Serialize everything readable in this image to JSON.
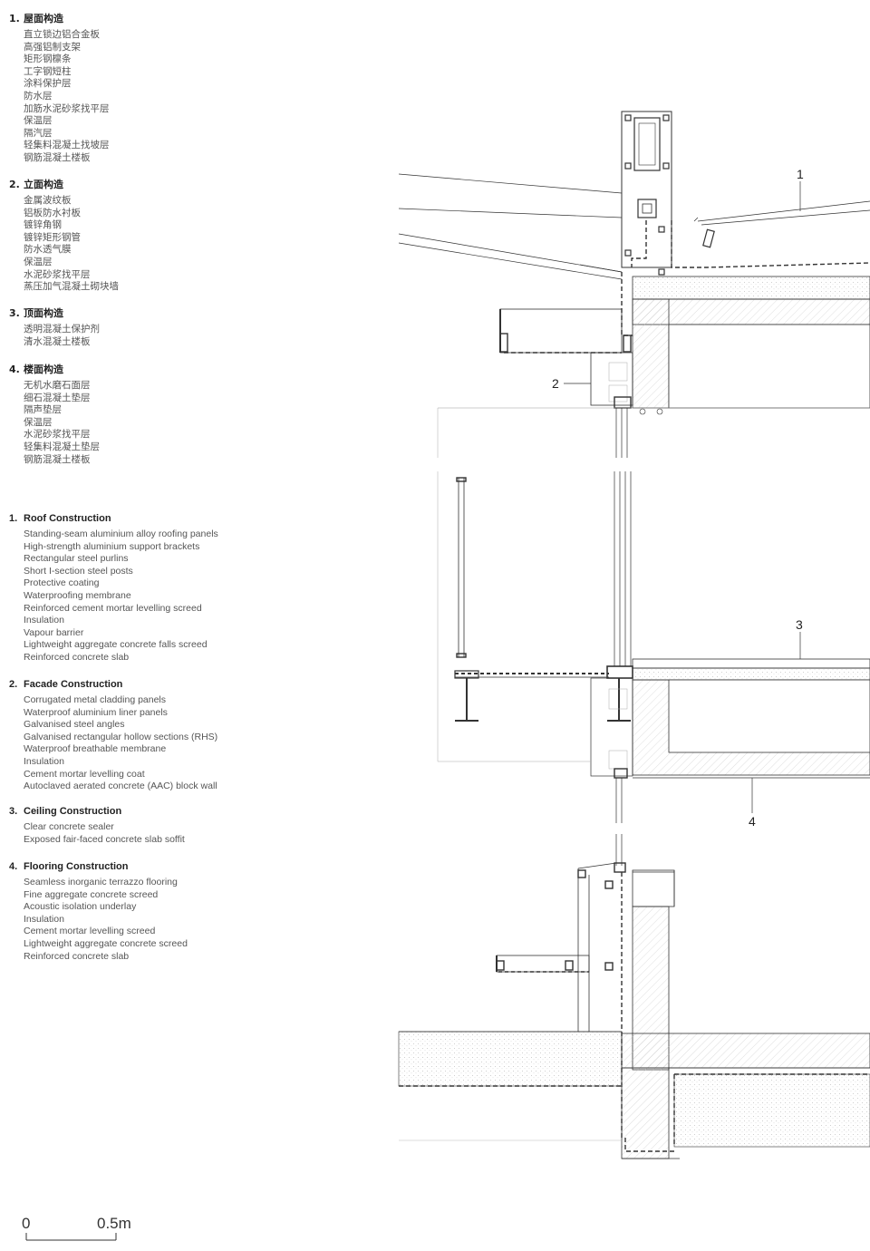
{
  "legend_cn": [
    {
      "num": "1.",
      "title": "屋面构造",
      "items": [
        "直立锁边铝合金板",
        "高强铝制支架",
        "矩形钢檩条",
        "工字钢短柱",
        "涂料保护层",
        "防水层",
        "加筋水泥砂浆找平层",
        "保温层",
        "隔汽层",
        "轻集料混凝土找坡层",
        "钢筋混凝土楼板"
      ]
    },
    {
      "num": "2.",
      "title": "立面构造",
      "items": [
        "金属波纹板",
        "铝板防水衬板",
        "镀锌角钢",
        "镀锌矩形钢管",
        "防水透气膜",
        "保温层",
        "水泥砂浆找平层",
        "蒸压加气混凝土砌块墙"
      ]
    },
    {
      "num": "3.",
      "title": "顶面构造",
      "items": [
        "透明混凝土保护剂",
        "清水混凝土楼板"
      ]
    },
    {
      "num": "4.",
      "title": "楼面构造",
      "items": [
        "无机水磨石面层",
        "细石混凝土垫层",
        "隔声垫层",
        "保温层",
        "水泥砂浆找平层",
        "轻集料混凝土垫层",
        "钢筋混凝土楼板"
      ]
    }
  ],
  "legend_en": [
    {
      "num": "1.",
      "title": "Roof Construction",
      "items": [
        "Standing-seam aluminium alloy roofing panels",
        "High-strength aluminium support brackets",
        "Rectangular steel purlins",
        "Short I-section steel posts",
        "Protective coating",
        "Waterproofing membrane",
        "Reinforced cement mortar levelling screed",
        "Insulation",
        "Vapour barrier",
        "Lightweight aggregate concrete falls screed",
        "Reinforced concrete slab"
      ]
    },
    {
      "num": "2.",
      "title": "Facade Construction",
      "items": [
        "Corrugated metal cladding panels",
        "Waterproof aluminium liner panels",
        "Galvanised steel angles",
        "Galvanised rectangular hollow sections (RHS)",
        "Waterproof breathable membrane",
        "Insulation",
        "Cement mortar levelling coat",
        "Autoclaved aerated concrete (AAC) block wall"
      ]
    },
    {
      "num": "3.",
      "title": "Ceiling Construction",
      "items": [
        "Clear concrete sealer",
        "Exposed fair-faced concrete slab soffit"
      ]
    },
    {
      "num": "4.",
      "title": "Flooring Construction",
      "items": [
        "Seamless inorganic terrazzo flooring",
        "Fine aggregate concrete screed",
        "Acoustic isolation underlay",
        "Insulation",
        "Cement mortar levelling screed",
        "Lightweight aggregate concrete screed",
        "Reinforced concrete slab"
      ]
    }
  ],
  "callouts": [
    "1",
    "2",
    "3",
    "4"
  ],
  "scale_bar": {
    "start": "0",
    "end": "0.5m"
  }
}
